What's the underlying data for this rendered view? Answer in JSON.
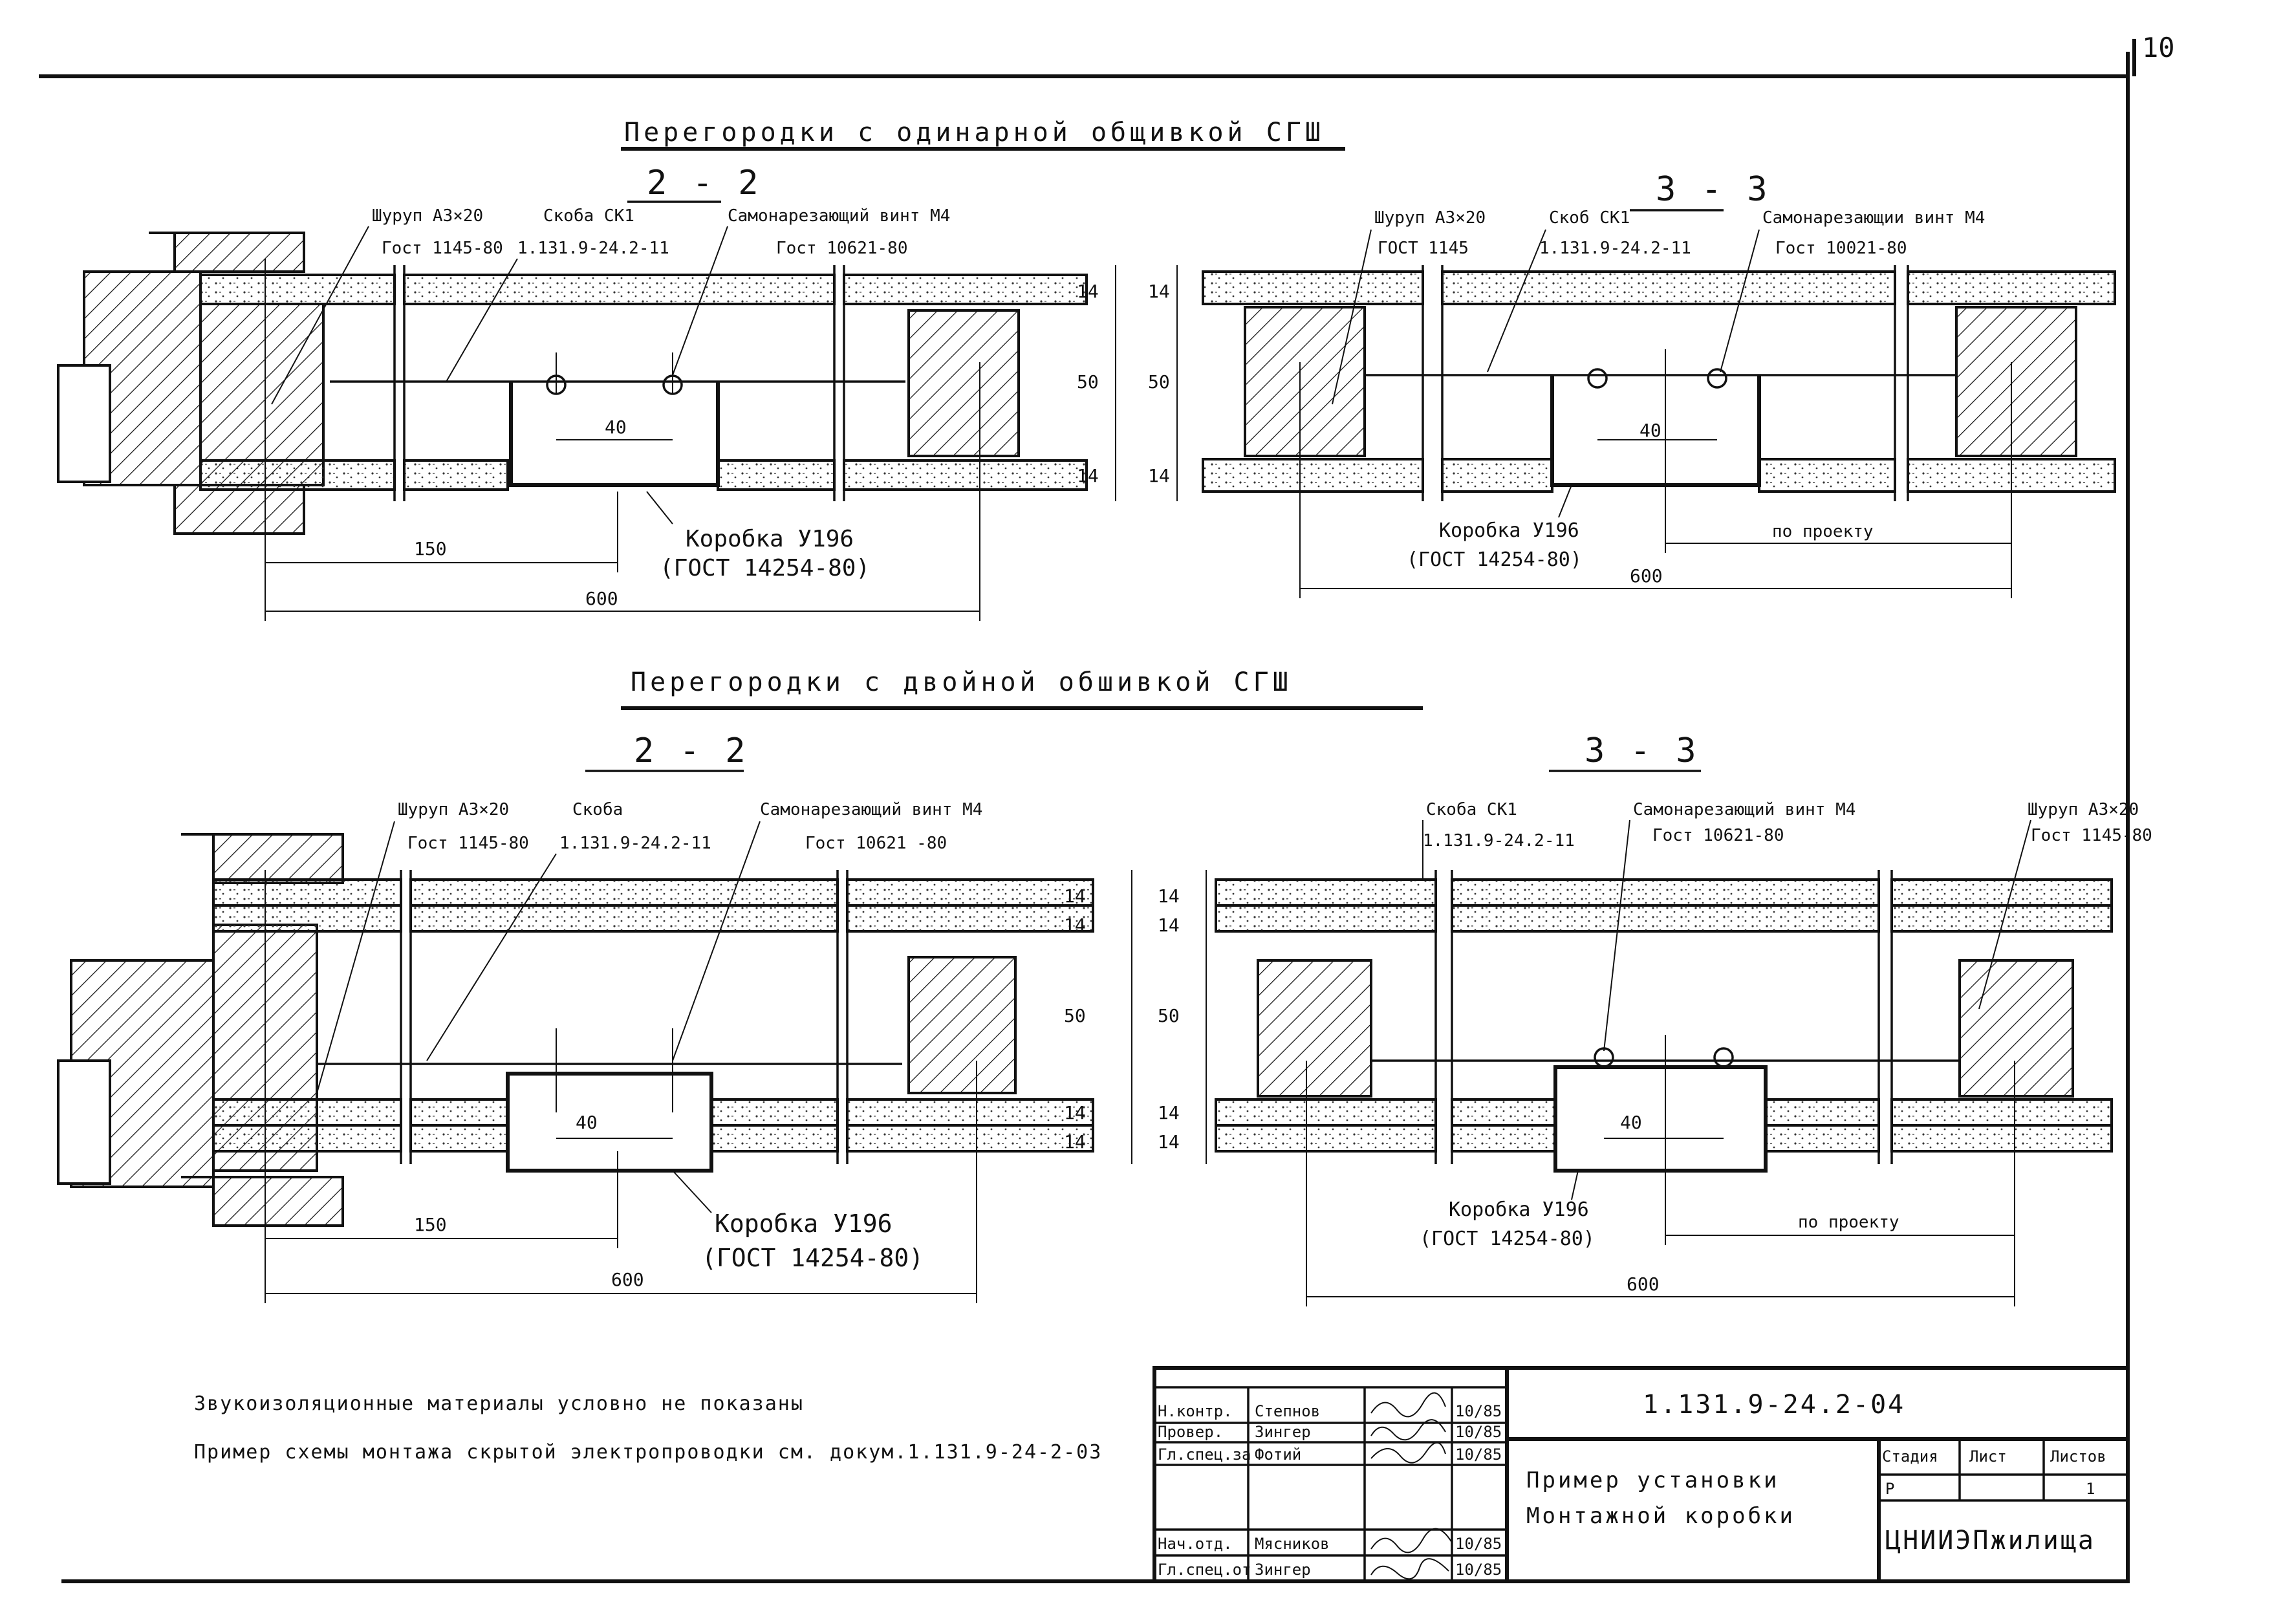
{
  "sheet_number": "10",
  "top": {
    "title": "Перегородки с одинарной общивкой СГШ",
    "left": {
      "section": "2 - 2",
      "screw_label": "Шуруп А3×20",
      "screw_gost": "Гост 1145-80",
      "bracket_label": "Скоба СК1",
      "bracket_doc": "1.131.9-24.2-11",
      "self_tapping_label": "Самонарезающий винт М4",
      "self_tapping_gost": "Гост  10621-80",
      "box_label": "Коробка У196",
      "box_gost": "(ГОСТ 14254-80)",
      "dim_40": "40",
      "dim_150": "150",
      "dim_600": "600",
      "dim_14a": "14",
      "dim_50": "50",
      "dim_14b": "14"
    },
    "right": {
      "section": "3 - 3",
      "screw_label": "Шуруп А3×20",
      "screw_gost": "ГОСТ 1145",
      "bracket_label": "Скоб СК1",
      "bracket_doc": "1.131.9-24.2-11",
      "self_tapping_label": "Самонарезающии винт М4",
      "self_tapping_gost": "Гост 10021-80",
      "box_label": "Коробка У196",
      "box_gost": "(ГОСТ 14254-80)",
      "by_project": "по проекту",
      "dim_40": "40",
      "dim_600": "600",
      "dim_14a": "14",
      "dim_50": "50",
      "dim_14b": "14"
    }
  },
  "bottom": {
    "title": "Перегородки с двойной  обшивкой СГШ",
    "left": {
      "section": "2 - 2",
      "screw_label": "Шуруп А3×20",
      "screw_gost": "Гост 1145-80",
      "bracket_label": "Скоба",
      "bracket_doc": "1.131.9-24.2-11",
      "self_tapping_label": "Самонарезающий винт М4",
      "self_tapping_gost": "Гост  10621 -80",
      "box_label": "Коробка У196",
      "box_gost": "(ГОСТ 14254-80)",
      "dim_40": "40",
      "dim_150": "150",
      "dim_600": "600",
      "dim_14a": "14",
      "dim_14b": "14",
      "dim_50": "50",
      "dim_14c": "14",
      "dim_14d": "14"
    },
    "right": {
      "section": "3 - 3",
      "bracket_label": "Скоба СК1",
      "bracket_doc": "1.131.9-24.2-11",
      "self_tapping_label": "Самонарезающий винт М4",
      "self_tapping_gost": "Гост 10621-80",
      "screw_label": "Шуруп А3×20",
      "screw_gost": "Гост 1145-80",
      "box_label": "Коробка У196",
      "box_gost": "(ГОСТ 14254-80)",
      "by_project": "по проекту",
      "dim_40": "40",
      "dim_600": "600",
      "dim_14a": "14",
      "dim_14b": "14",
      "dim_50": "50",
      "dim_14c": "14",
      "dim_14d": "14"
    }
  },
  "notes": [
    "Звукоизоляционные материалы условно не показаны",
    "Пример схемы монтажа скрытой электропроводки см. докум.1.131.9-24-2-03"
  ],
  "title_block": {
    "doc_code": "1.131.9-24.2-04",
    "drawing_title_line1": "Пример установки",
    "drawing_title_line2": "Монтажной коробки",
    "org": "ЦНИИЭПжилища",
    "stage_header": "Стадия",
    "sheet_header": "Лист",
    "sheets_header": "Листов",
    "stage_value": "Р",
    "sheet_value": "",
    "sheets_value": "1",
    "rows": [
      {
        "role": "Н.контр.",
        "name": "Степнов",
        "date": "10/85"
      },
      {
        "role": "Провер.",
        "name": "Зингер",
        "date": "10/85"
      },
      {
        "role": "Гл.спец.за",
        "name": "Фотий",
        "date": "10/85"
      },
      {
        "role": "",
        "name": "",
        "date": ""
      },
      {
        "role": "Нач.отд.",
        "name": "Мясников",
        "date": "10/85"
      },
      {
        "role": "Гл.спец.от",
        "name": "Зингер",
        "date": "10/85"
      }
    ]
  }
}
